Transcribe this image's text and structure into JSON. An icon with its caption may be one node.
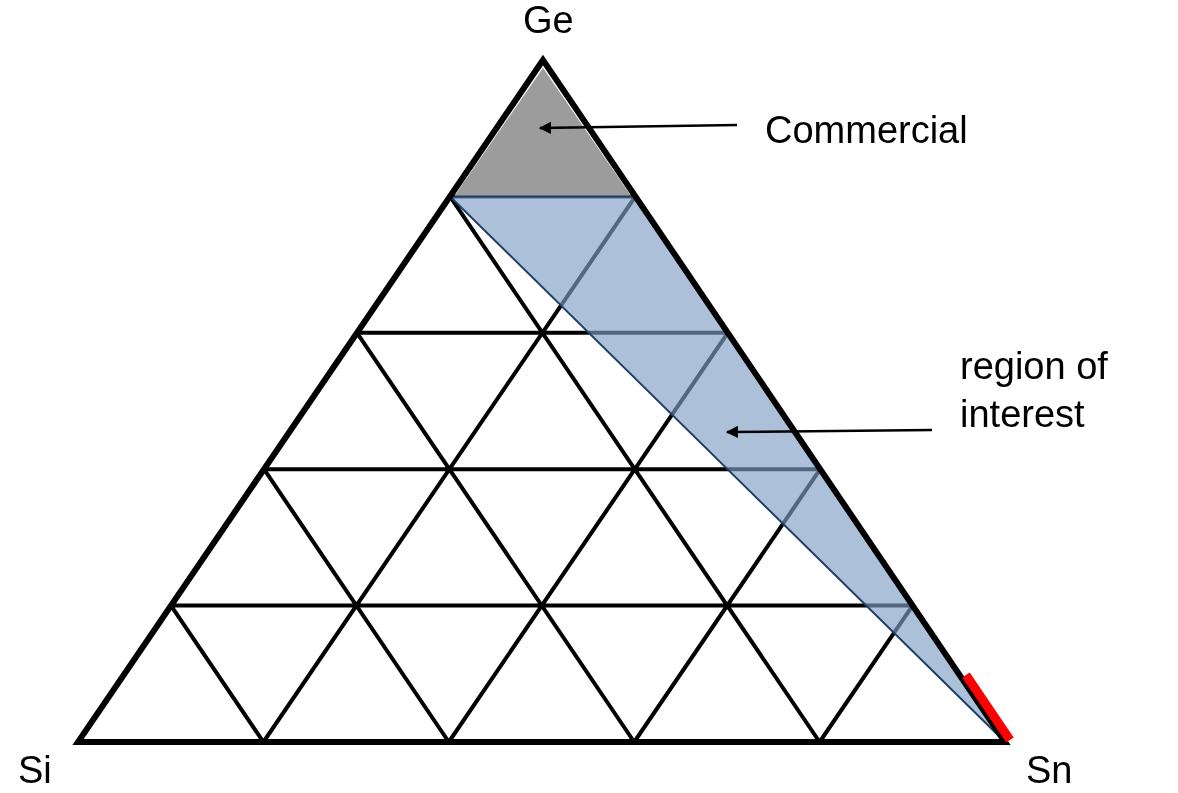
{
  "diagram": {
    "nodes": [
      {
        "text": [
          "Commercial"
        ]
      },
      {
        "text": [],
        "shape": "triangle"
      },
      {
        "text": [
          "region of interest"
        ]
      },
      {
        "text": [],
        "shape": "triangle"
      }
    ],
    "edges": [
      {
        "from": 0,
        "to": 1,
        "arrow": "to"
      },
      {
        "from": 2,
        "to": 3,
        "arrow": "to"
      }
    ],
    "labels": [
      "Ge",
      "Si",
      "Sn"
    ]
  }
}
